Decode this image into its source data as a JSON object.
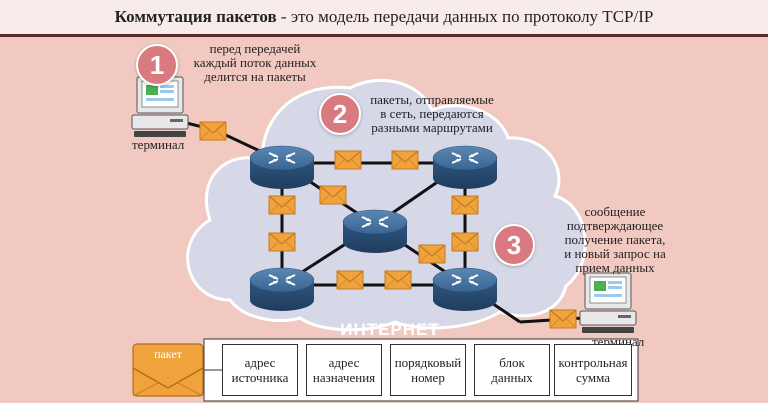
{
  "header": {
    "title_bold": "Коммутация пакетов",
    "title_rest": " - это модель передачи данных по протоколу TCP/IP"
  },
  "steps": [
    {
      "number": "1",
      "text": "перед передачей\nкаждый поток данных\nделится на пакеты"
    },
    {
      "number": "2",
      "text": "пакеты, отправляемые\nв сеть, передаются\nразными маршрутами"
    },
    {
      "number": "3",
      "text": "сообщение\nподтверждающее\nполучение пакета,\nи новый запрос на\nприем данных"
    }
  ],
  "terminal_label": "терминал",
  "network_label": "ИНТЕРНЕТ",
  "packet": {
    "label": "пакет",
    "fields": [
      "адрес\nисточника",
      "адрес\nназначения",
      "порядковый\nномер",
      "блок\nданных",
      "контрольная\nсумма"
    ]
  },
  "colors": {
    "background": "#f2c9c0",
    "cloud": "#d6d8e8",
    "router": "#3e6a96",
    "envelope": "#f0a23c",
    "step_badge": "#d97a80"
  },
  "icons": [
    "terminal-icon",
    "router-icon",
    "envelope-icon",
    "cloud-icon"
  ]
}
